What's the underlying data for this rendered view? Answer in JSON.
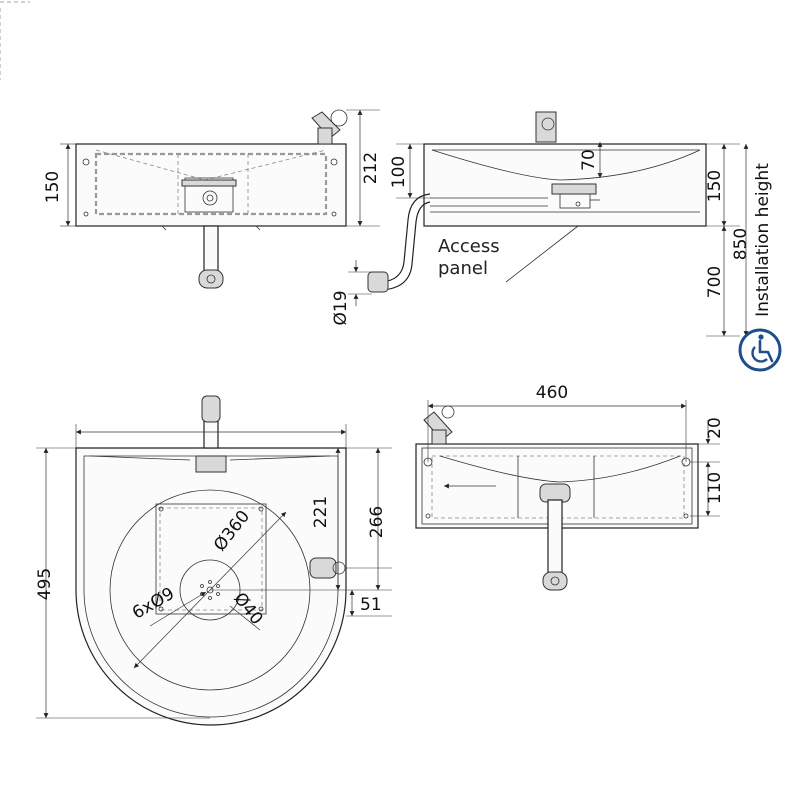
{
  "dimensions": {
    "front_height": "150",
    "front_overall_height": "212",
    "side_top_offset": "100",
    "side_bowl_depth": "70",
    "side_body_height": "150",
    "side_lower_height": "700",
    "installation_height_value": "850",
    "installation_height_label": "Installation height",
    "waste_pipe_diameter": "Ø19",
    "plan_depth": "495",
    "plan_centre_offset": "221",
    "plan_tap_offset": "266",
    "plan_tap_side": "51",
    "bowl_diameter": "Ø360",
    "waste_diameter": "Ø40",
    "fixing_holes": "6xØ9",
    "rear_width": "460",
    "rear_top_offset": "20",
    "rear_hole_spacing": "110"
  },
  "labels": {
    "access_panel_line1": "Access",
    "access_panel_line2": "panel"
  },
  "icons": {
    "accessibility": "wheelchair-icon",
    "accent_color": "#1f4e8c"
  }
}
